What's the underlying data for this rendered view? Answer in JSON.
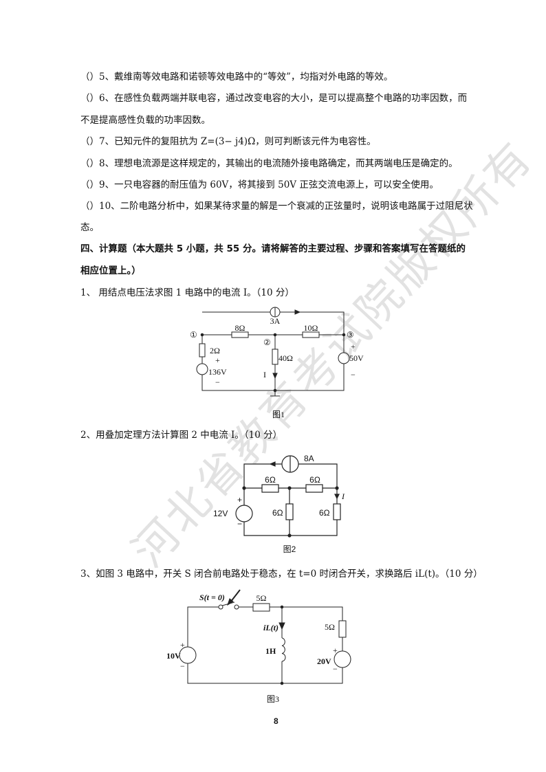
{
  "questions_judgement": [
    "（）5、戴维南等效电路和诺顿等效电路中的“等效”，均指对外电路的等效。",
    "（）6、在感性负载两端并联电容，通过改变电容的大小，是可以提高整个电路的功率因数，而",
    "不是提高感性负载的功率因数。",
    "（）7、已知元件的复阻抗为 Z=(3− j4)Ω，则可判断该元件为电容性。",
    "（）8、理想电流源是这样规定的，其输出的电流随外接电路确定，而其两端电压是确定的。",
    "（）9、一只电容器的耐压值为 60V，将其接到 50V 正弦交流电源上，可以安全使用。",
    "（）10、二阶电路分析中，如果某待求量的解是一个衰减的正弦量时，说明该电路属于过阻尼状",
    "态。"
  ],
  "section4": {
    "heading_line1": "四、计算题（本大题共 5 小题，共 55 分。请将解答的主要过程、步骤和答案填写在答题纸的",
    "heading_line2": "相应位置上。）"
  },
  "q1": {
    "text": "1、 用结点电压法求图 1 电路中的电流 I。（10 分）",
    "fig": {
      "src": "3A",
      "r8": "8Ω",
      "r10": "10Ω",
      "r2": "2Ω",
      "r40": "40Ω",
      "v136": "136V",
      "v50": "50V",
      "n1": "①",
      "n2": "②",
      "n3": "③",
      "i": "I",
      "plus": "+",
      "minus": "−",
      "caption": "图1"
    }
  },
  "q2": {
    "text": "2、用叠加定理方法计算图 2 中电流 I。（10 分）",
    "fig": {
      "src": "8A",
      "r1": "6Ω",
      "r2": "6Ω",
      "r3": "6Ω",
      "r4": "6Ω",
      "v": "12V",
      "i": "I",
      "plus": "+",
      "minus": "−",
      "caption": "图2"
    }
  },
  "q3": {
    "text": "3、如图 3 电路中，开关 S 闭合前电路处于稳态，在 t=0 时闭合开关，求换路后 iL(t)。（10 分）",
    "fig": {
      "switch": "S(t = 0)",
      "r1": "5Ω",
      "r2": "5Ω",
      "il": "iL(t)",
      "l": "1H",
      "v1": "10V",
      "v2": "20V",
      "plus": "+",
      "minus": "−",
      "caption": "图3"
    }
  },
  "page_number": "8",
  "watermark": "河北省教育考试院版权所有"
}
